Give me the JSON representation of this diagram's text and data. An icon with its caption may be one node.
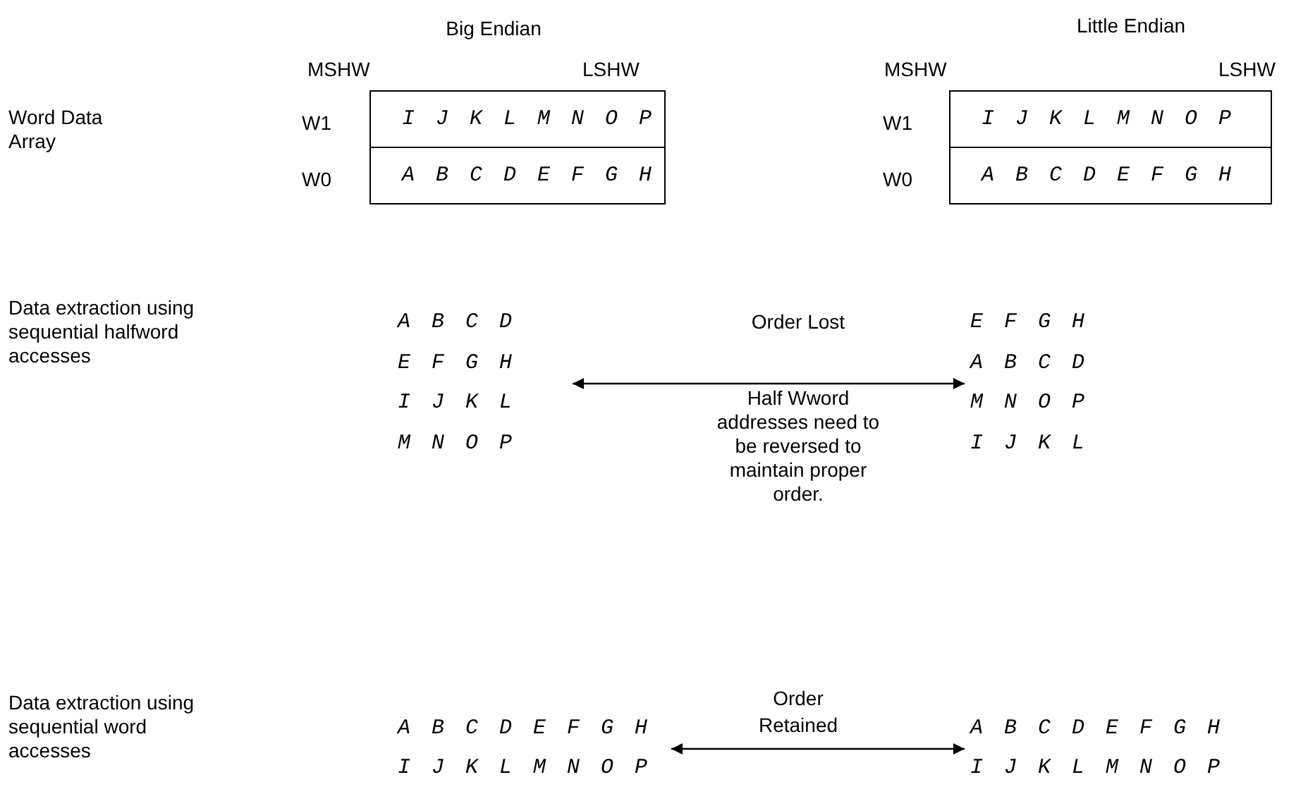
{
  "diagram": {
    "nodes": [
      {
        "text": [
          "I J K L M N O P"
        ]
      },
      {
        "text": [
          "A B C D E F G H"
        ]
      },
      {
        "text": [
          "I J K L M N O P"
        ]
      },
      {
        "text": [
          "A B C D E F G H"
        ]
      },
      {
        "text": [
          "A B C D",
          "E F G H",
          "I J K L",
          "M N O P"
        ]
      },
      {
        "text": [
          "E F G H",
          "A B C D",
          "M N O P",
          "I J K L"
        ]
      },
      {
        "text": [
          "A B C D E F G H",
          "I J K L M N O P"
        ]
      },
      {
        "text": [
          "A B C D E F G H",
          "I J K L M N O P"
        ]
      }
    ],
    "edges": [
      {
        "from": 4,
        "to": 5,
        "arrow": "both",
        "label": "Order Lost"
      },
      {
        "from": 6,
        "to": 7,
        "arrow": "both",
        "label": "Order Retained"
      }
    ],
    "labels": [
      "Big Endian",
      "Little Endian",
      "MSHW",
      "LSHW",
      "MSHW",
      "LSHW",
      "Word Data Array",
      "W1",
      "W1",
      "W0",
      "W0",
      "Data extraction using sequential halfword accesses",
      "Half Wword addresses need to be reversed to maintain proper order.",
      "Data extraction using sequential word accesses"
    ]
  }
}
